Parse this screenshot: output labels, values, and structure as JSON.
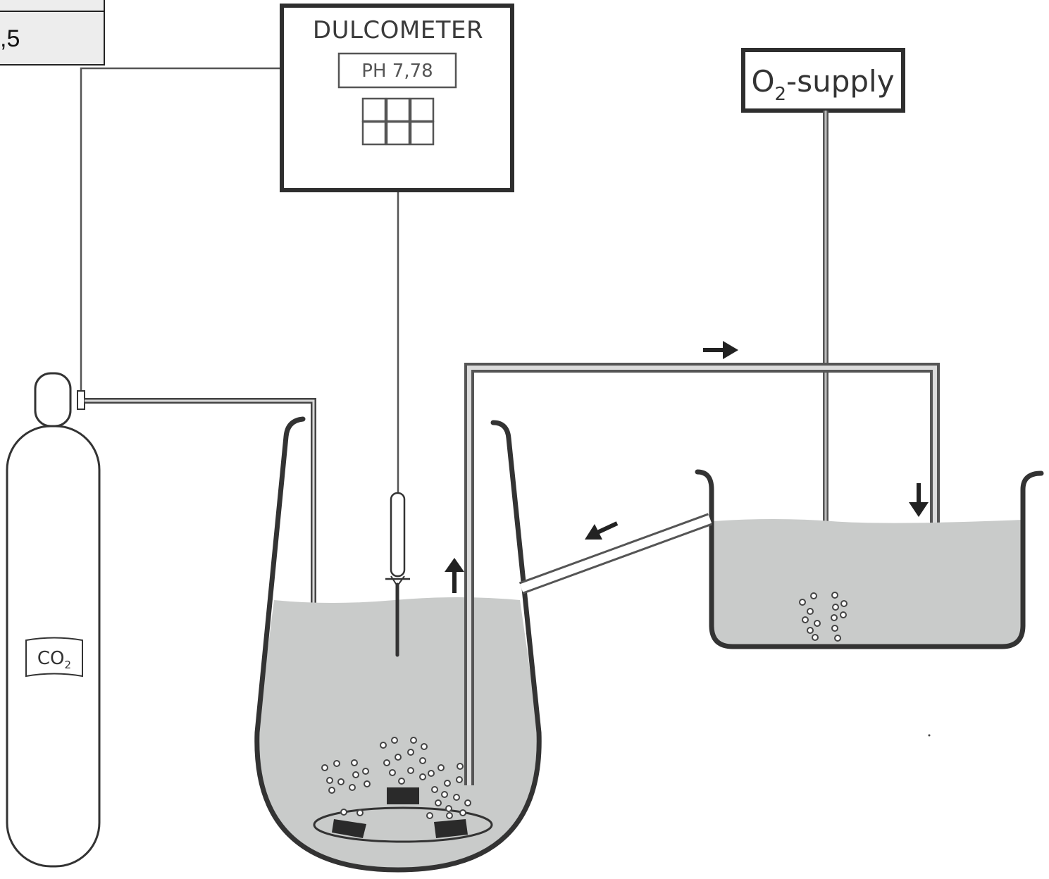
{
  "corner_table": {
    "value": ",5"
  },
  "dulcometer": {
    "title": "DULCOMETER",
    "display": "PH 7,78"
  },
  "o2_supply": {
    "prefix": "O",
    "subscript": "2",
    "suffix": "-supply"
  },
  "co2_cylinder": {
    "prefix": "CO",
    "subscript": "2"
  },
  "colors": {
    "water": "#c9cbca",
    "outline": "#333333",
    "background": "#ffffff"
  }
}
